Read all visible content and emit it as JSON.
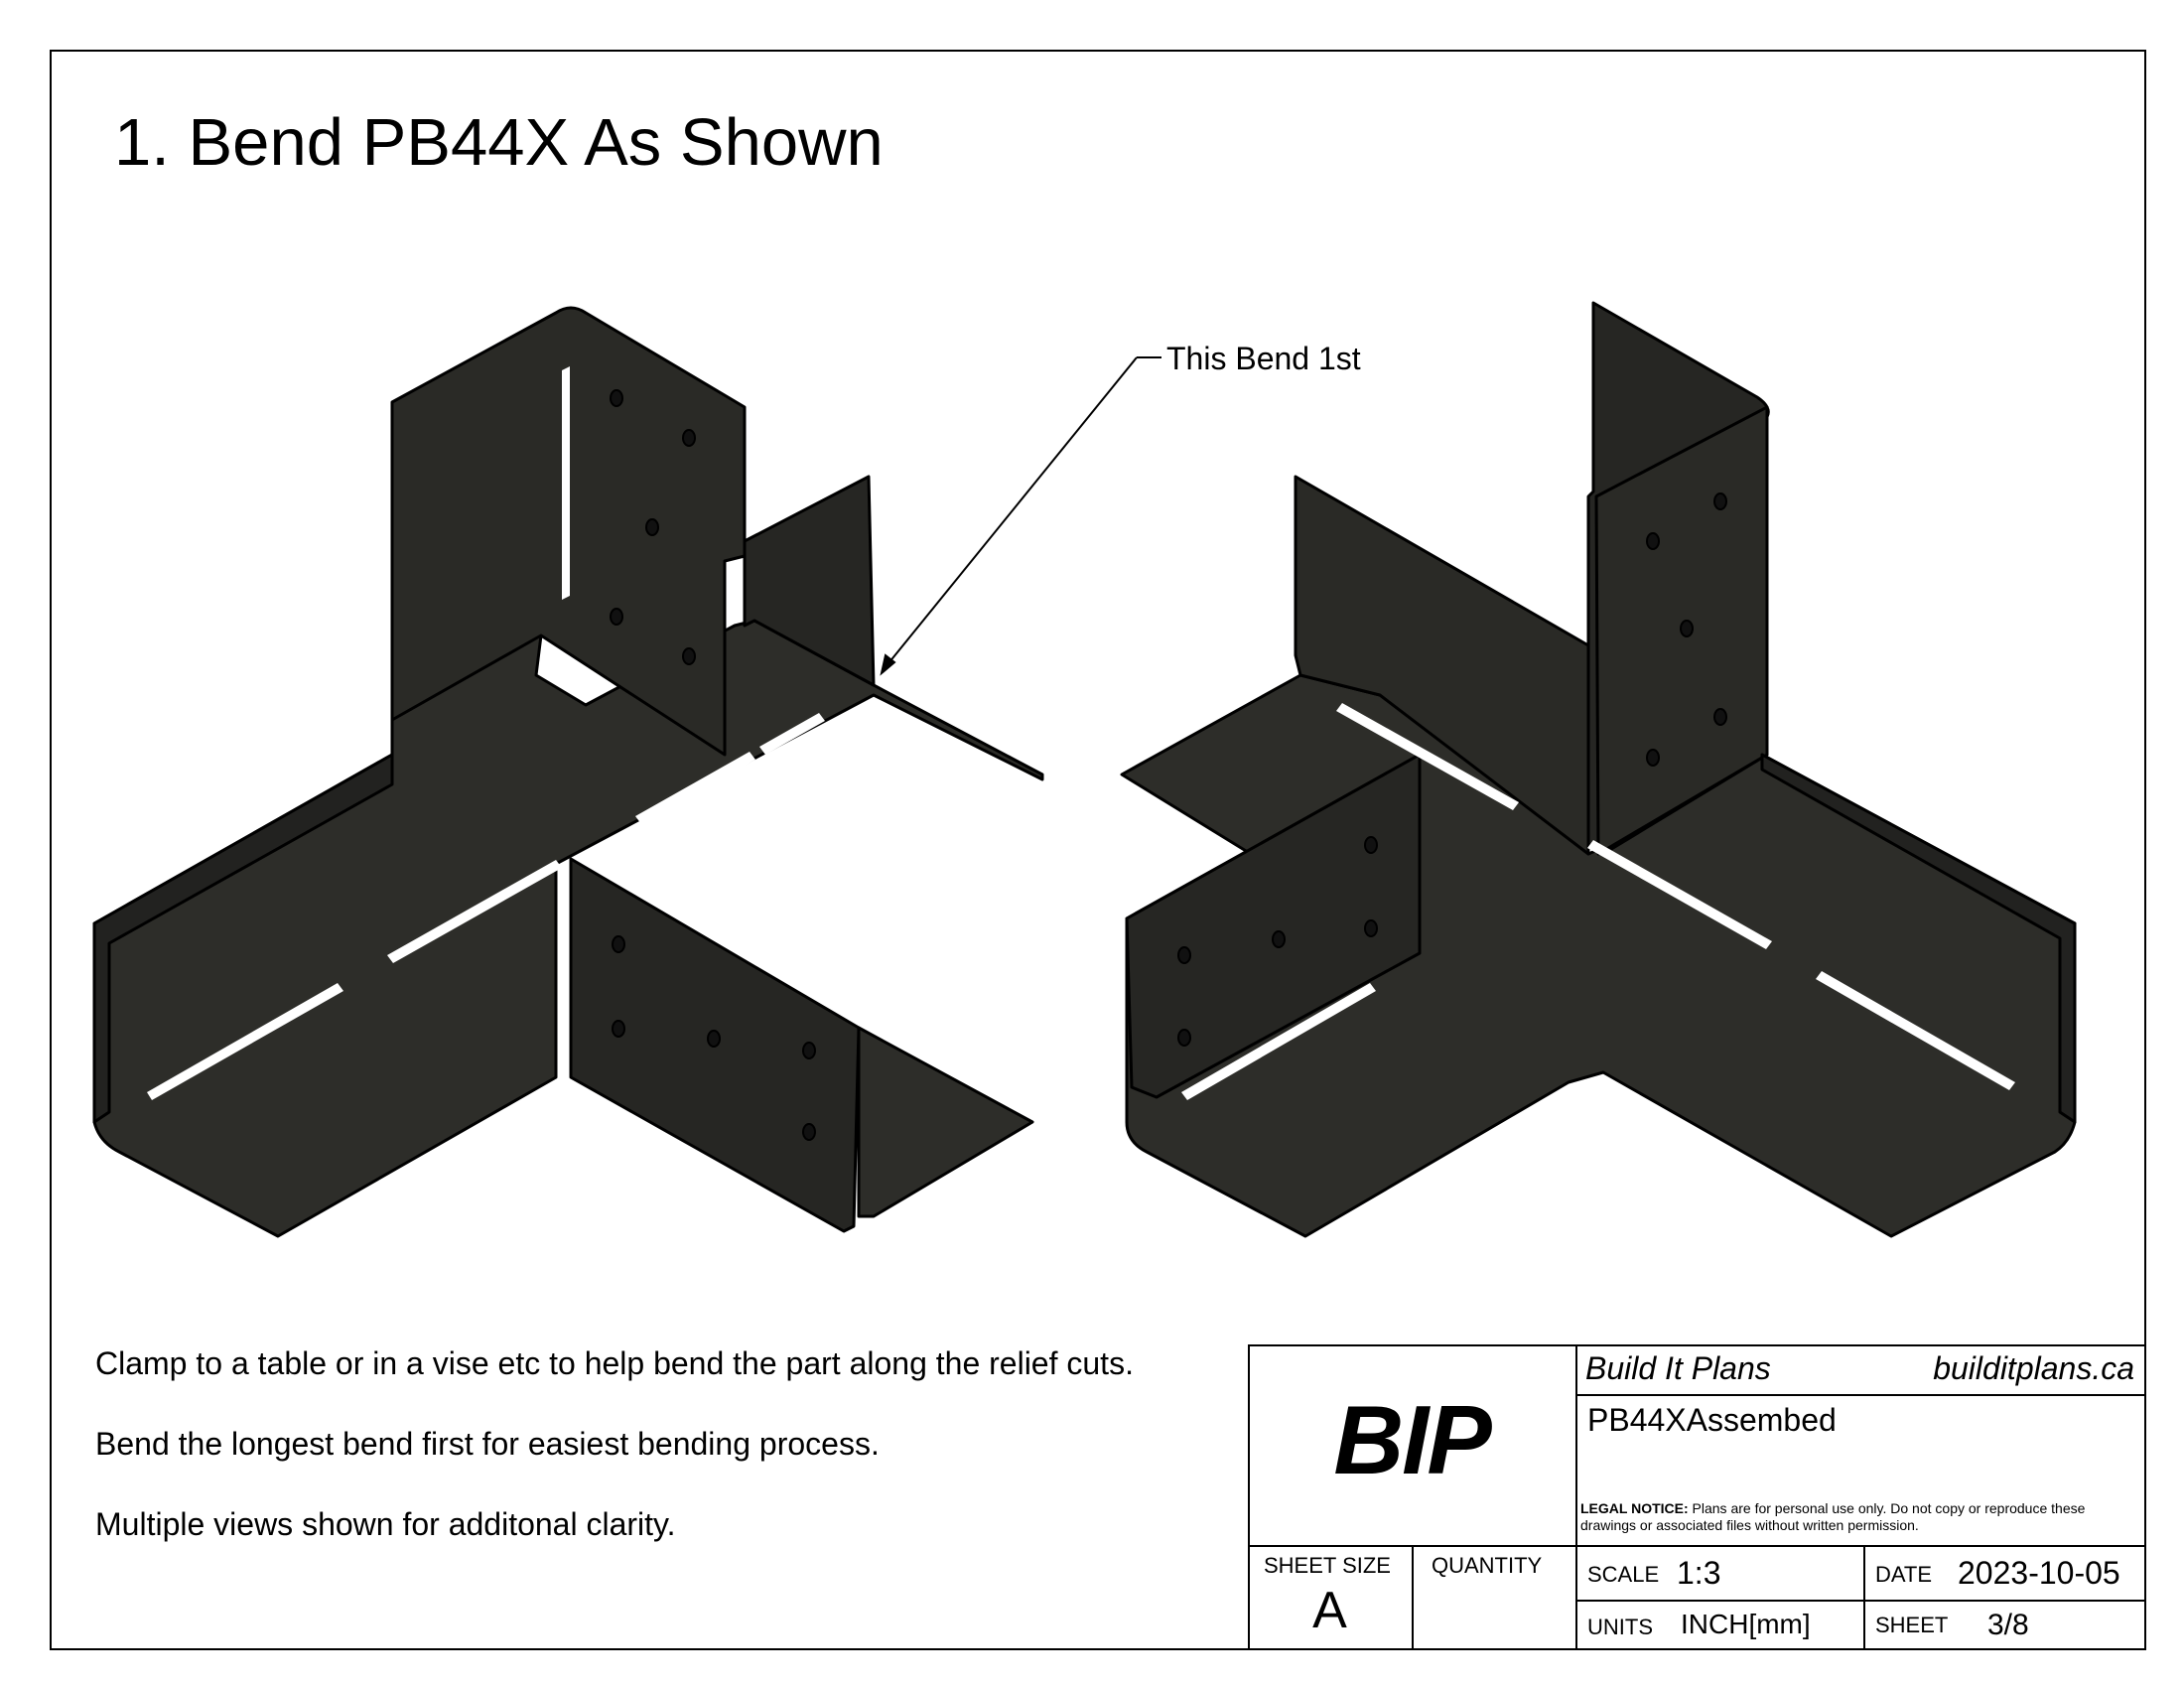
{
  "title": "1. Bend PB44X As Shown",
  "callout": "This Bend 1st",
  "notes": [
    "Clamp to a table or in a vise etc to help bend the part along the relief cuts.",
    "Bend the longest bend first for easiest bending process.",
    "Multiple views shown for additonal clarity."
  ],
  "title_block": {
    "logo": "BIP",
    "company": "Build It Plans",
    "website": "builditplans.ca",
    "part_name": "PB44XAssembed",
    "legal_label": "LEGAL NOTICE:",
    "legal_text": "Plans are for personal use only. Do not copy or reproduce these drawings or associated files without written permission.",
    "sheet_size_label": "SHEET SIZE",
    "sheet_size": "A",
    "quantity_label": "QUANTITY",
    "quantity": "",
    "scale_label": "SCALE",
    "scale": "1:3",
    "date_label": "DATE",
    "date": "2023-10-05",
    "units_label": "UNITS",
    "units": "INCH[mm]",
    "sheet_label": "SHEET",
    "sheet": "3/8"
  },
  "colors": {
    "part_fill": "#2b2b27",
    "part_shade": "#1e1e1b",
    "part_light": "#3a3a35",
    "line": "#000000"
  }
}
